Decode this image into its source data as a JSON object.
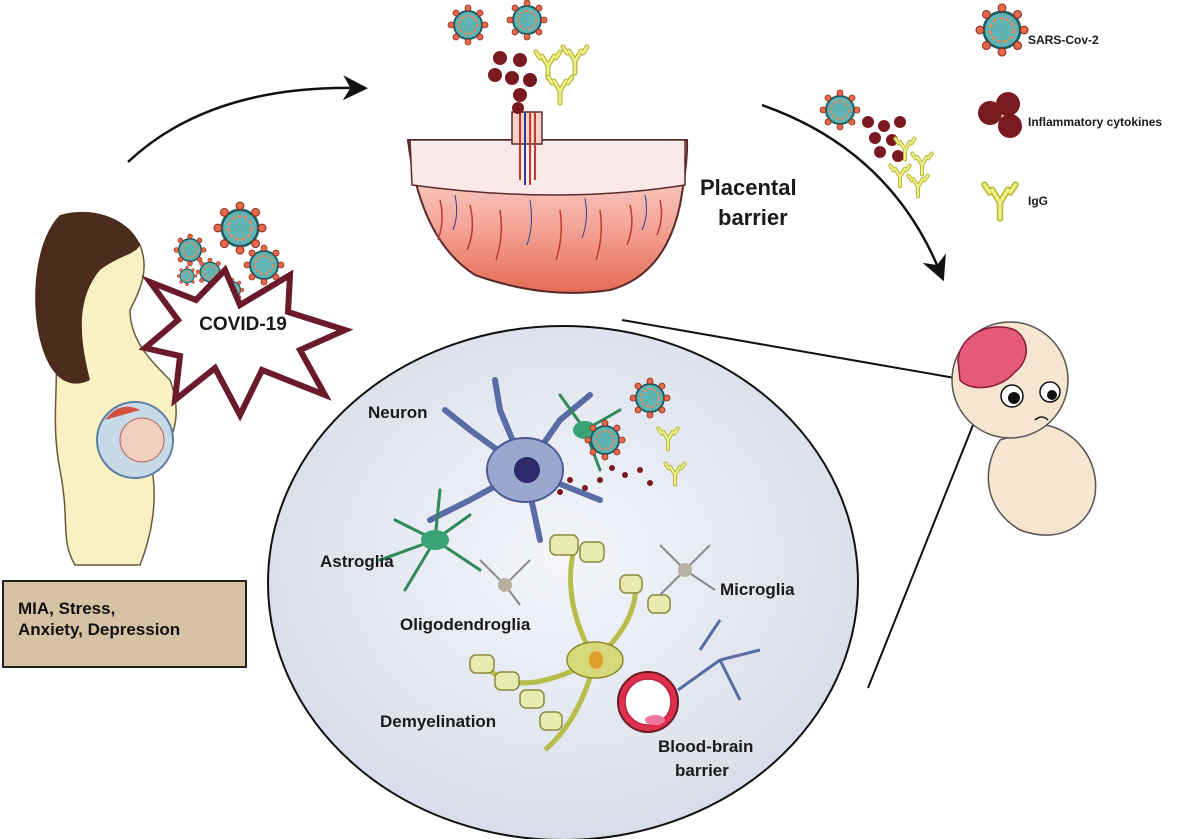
{
  "legend": {
    "items": [
      {
        "label": "SARS-Cov-2",
        "icon": "virus-icon"
      },
      {
        "label": "Inflammatory cytokines",
        "icon": "cytokine-icon"
      },
      {
        "label": "IgG",
        "icon": "antibody-icon"
      }
    ]
  },
  "labels": {
    "covid": "COVID-19",
    "placental_line1": "Placental",
    "placental_line2": "barrier",
    "neuron": "Neuron",
    "astroglia": "Astroglia",
    "oligodendroglia": "Oligodendroglia",
    "microglia": "Microglia",
    "demyelination": "Demyelination",
    "bbb_line1": "Blood-brain",
    "bbb_line2": "barrier"
  },
  "risk_box": {
    "lines": [
      "MIA, Stress,",
      "Anxiety, Depression"
    ]
  },
  "colors": {
    "virus_core": "#2e8a8a",
    "virus_spike": "#e06a4a",
    "cytokine": "#7a1a20",
    "igg": "#e8e86a",
    "placenta": "#f08a7a",
    "brain_circle": "#e4e8f2",
    "box": "#d6c2a4"
  }
}
